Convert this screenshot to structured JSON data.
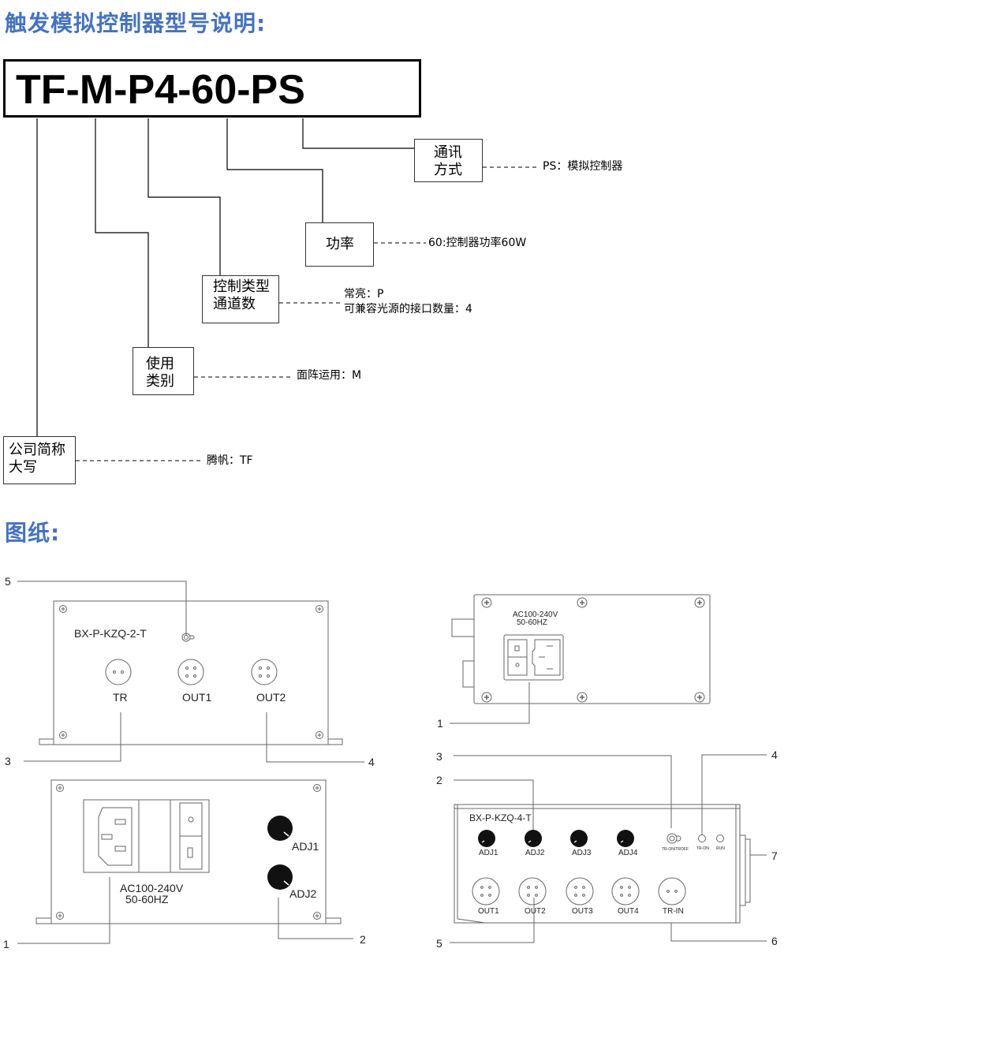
{
  "heading_model": "触发模拟控制器型号说明:",
  "model_code": "TF-M-P4-60-PS",
  "fields": {
    "comm": {
      "label_lines": [
        "通讯",
        "方式"
      ],
      "desc_lines": [
        "PS：模拟控制器"
      ]
    },
    "power": {
      "label_lines": [
        "功率"
      ],
      "desc_lines": [
        "60:控制器功率60W"
      ]
    },
    "ctrl": {
      "label_lines": [
        "控制类型",
        "通道数"
      ],
      "desc_lines": [
        "常亮：P",
        "可兼容光源的接口数量：4"
      ]
    },
    "usage": {
      "label_lines": [
        "使用",
        "类别"
      ],
      "desc_lines": [
        "面阵运用：M"
      ]
    },
    "company": {
      "label_lines": [
        "公司简称",
        "大写"
      ],
      "desc_lines": [
        "腾帆：TF"
      ]
    }
  },
  "heading_drawing": "图纸:",
  "drawings": {
    "d1": {
      "model": "BX-P-KZQ-2-T",
      "connectors": [
        "TR",
        "OUT1",
        "OUT2"
      ],
      "callouts": [
        "5",
        "3",
        "4"
      ]
    },
    "d2": {
      "voltage": "AC100-240V",
      "freq": "50-60HZ",
      "knobs": [
        "ADJ1",
        "ADJ2"
      ],
      "callouts": [
        "1",
        "2"
      ]
    },
    "d3": {
      "voltage": "AC100-240V",
      "freq": "50-60HZ",
      "callouts": [
        "1"
      ]
    },
    "d4": {
      "model": "BX-P-KZQ-4-T",
      "knobs": [
        "ADJ1",
        "ADJ2",
        "ADJ3",
        "ADJ4"
      ],
      "outputs": [
        "OUT1",
        "OUT2",
        "OUT3",
        "OUT4",
        "TR-IN"
      ],
      "indicators": [
        "TR-ON/TROFF",
        "TR-ON",
        "RUN"
      ],
      "callouts": [
        "3",
        "2",
        "4",
        "7",
        "5",
        "6"
      ]
    }
  },
  "colors": {
    "heading": "#4472c4",
    "line": "#555555"
  }
}
